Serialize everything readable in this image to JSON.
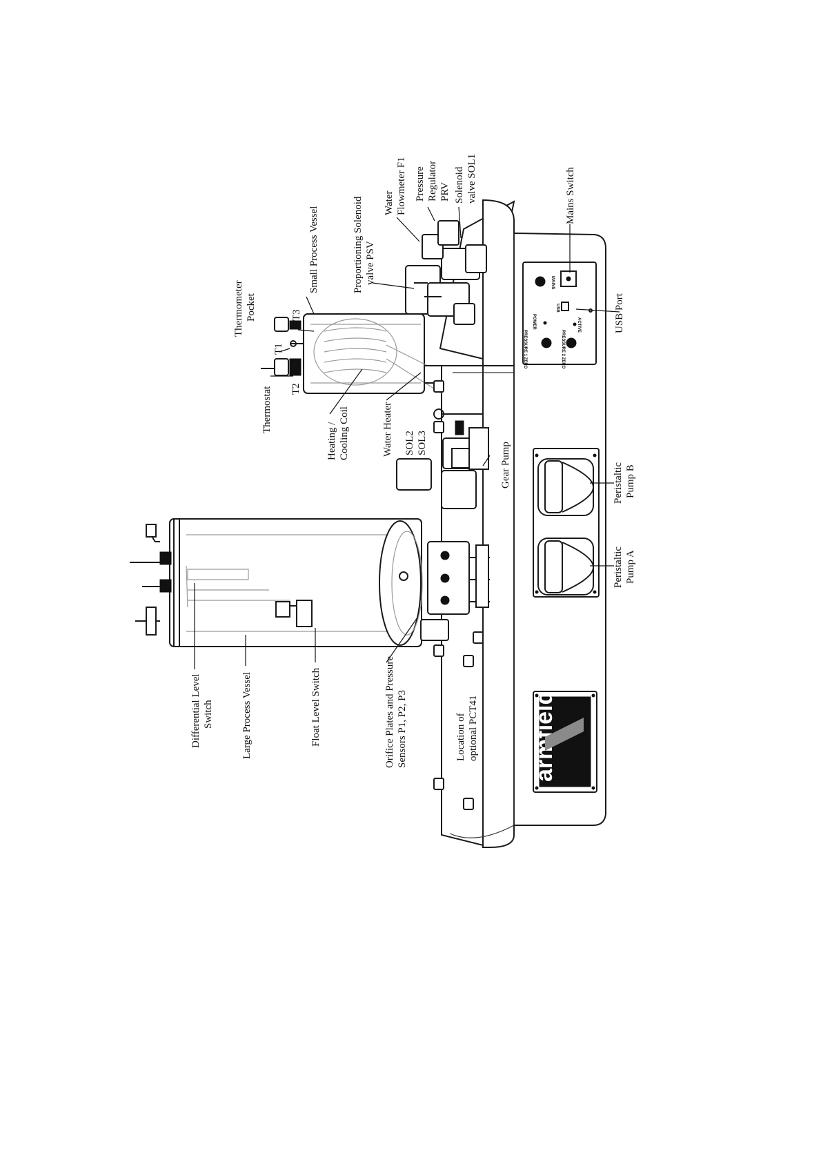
{
  "labels": {
    "differential_level_switch": [
      "Differential Level",
      "Switch"
    ],
    "large_process_vessel": "Large Process Vessel",
    "float_level_switch": "Float Level Switch",
    "orifice_plates": [
      "Orifice Plates and Pressure",
      "Sensors P1, P2, P3"
    ],
    "pct41_location": [
      "Location of",
      "optional PCT41"
    ],
    "thermostat": "Thermostat",
    "t2": "T2",
    "t1": "T1",
    "t3": "T3",
    "thermometer_pocket": [
      "Thermometer",
      "Pocket"
    ],
    "heating_cooling_coil": [
      "Heating /",
      "Cooling Coil"
    ],
    "water_heater": "Water Heater",
    "sol2": "SOL2",
    "sol3": "SOL3",
    "gear_pump": "Gear Pump",
    "small_process_vessel": "Small Process Vessel",
    "psv": [
      "Proportioning Solenoid",
      "valve PSV"
    ],
    "water_flowmeter": [
      "Water",
      "Flowmeter F1"
    ],
    "pressure_regulator": [
      "Pressure",
      "Regulator",
      "PRV"
    ],
    "solenoid_sol1": [
      "Solenoid",
      "valve SOL1"
    ],
    "mains_switch": "Mains Switch",
    "usb_port": "USB Port",
    "peristaltic_pump_b": [
      "Peristaltic",
      "Pump B"
    ],
    "peristaltic_pump_a": [
      "Peristaltic",
      "Pump A"
    ]
  },
  "panel": {
    "pressure1_zero": "PRESSURE 1 ZERO",
    "pressure2_zero": "PRESSURE 2 ZERO",
    "power": "POWER",
    "active": "ACTIVE",
    "usb": "USB",
    "mains": "MAINS"
  },
  "logo": {
    "text": "armfield"
  }
}
